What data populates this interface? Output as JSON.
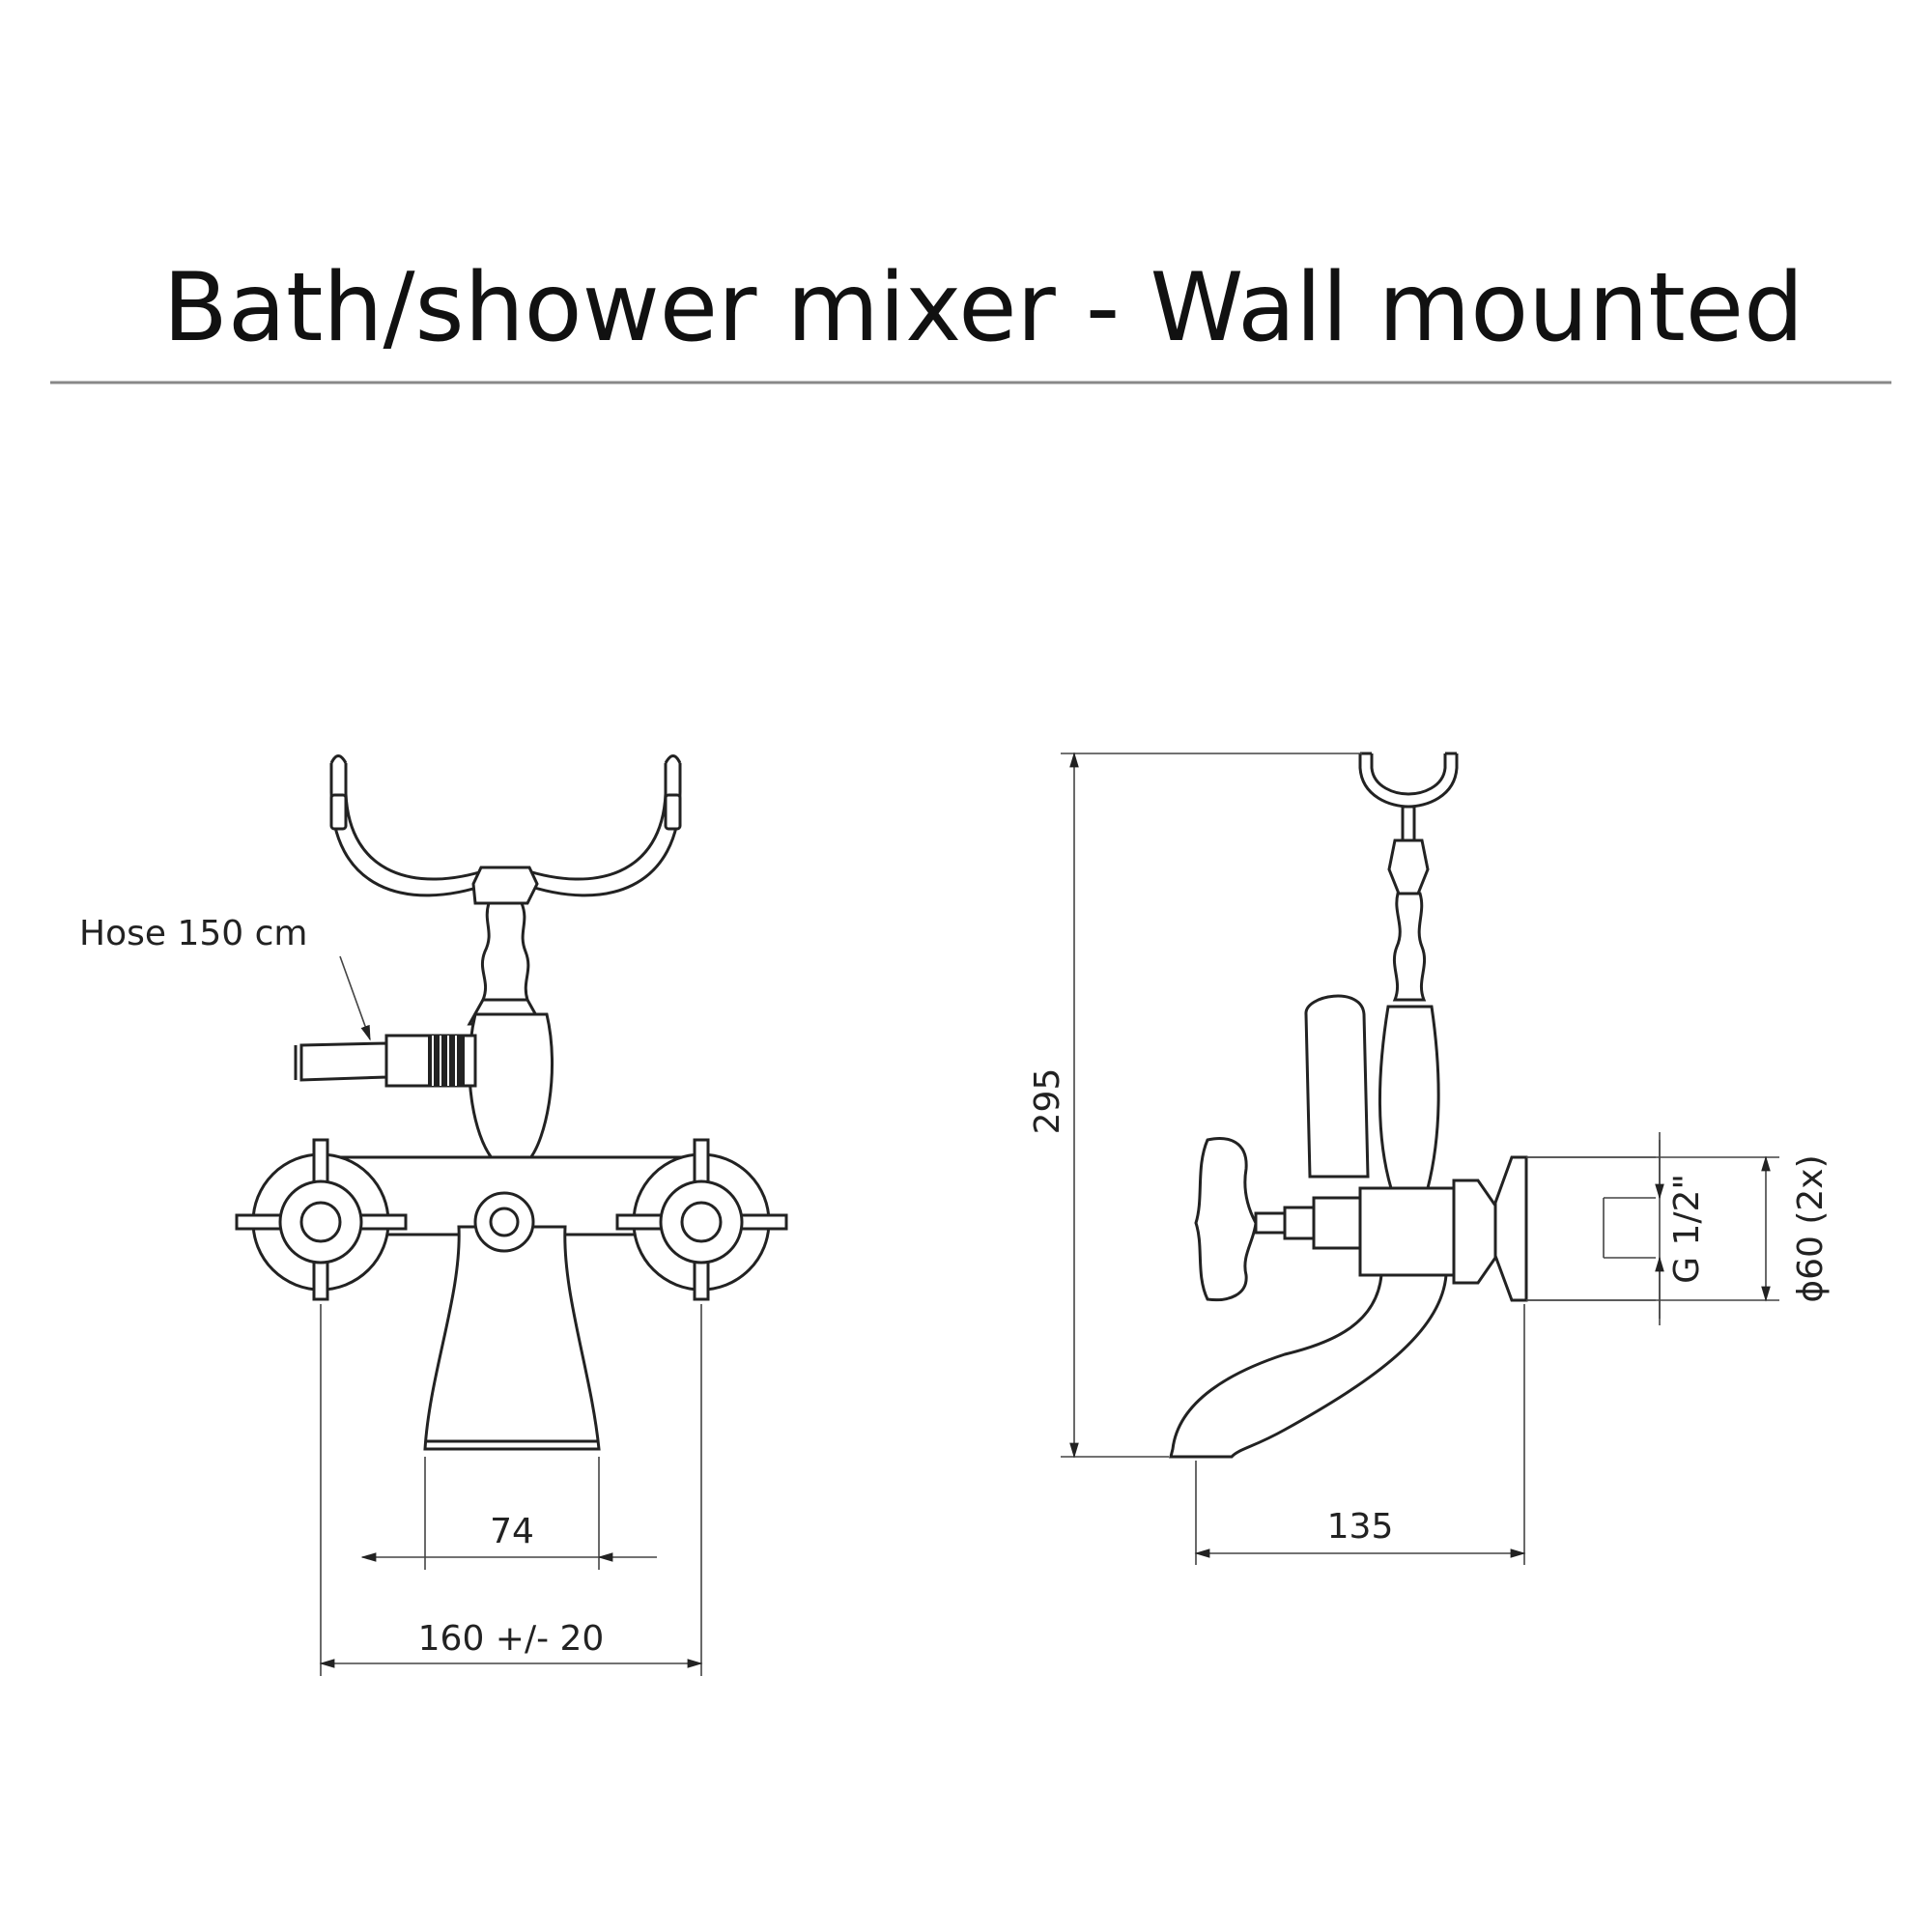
{
  "title": "Bath/shower mixer - Wall mounted",
  "front_view": {
    "hose_label": "Hose 150 cm",
    "dim_spout_width": "74",
    "dim_center_distance": "160 +/- 20"
  },
  "side_view": {
    "dim_height": "295",
    "dim_projection": "135",
    "dim_thread": "G 1/2\"",
    "dim_flange": "ϕ60 (2x)"
  }
}
